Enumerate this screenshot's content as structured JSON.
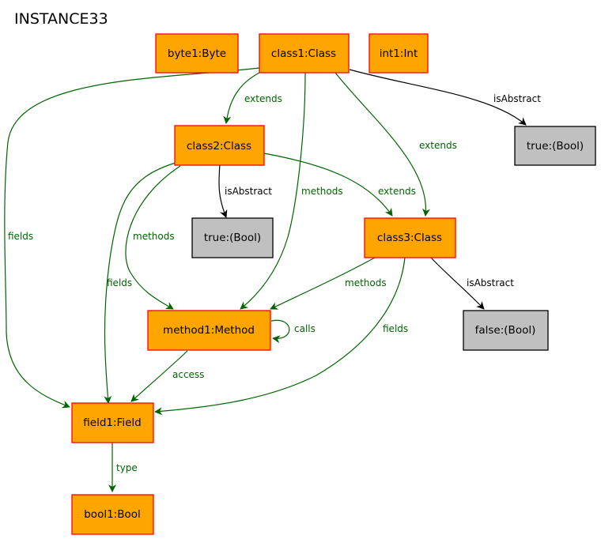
{
  "title": "INSTANCE33",
  "colors": {
    "object_fill": "#ffa500",
    "object_stroke": "#ff0000",
    "value_fill": "#c0c0c0",
    "value_stroke": "#000000",
    "green_edge": "#006400",
    "black_edge": "#000000"
  },
  "nodes": {
    "byte1": "byte1:Byte",
    "class1": "class1:Class",
    "int1": "int1:Int",
    "class2": "class2:Class",
    "true_a": "true:(Bool)",
    "true_b": "true:(Bool)",
    "class3": "class3:Class",
    "method1": "method1:Method",
    "false_a": "false:(Bool)",
    "field1": "field1:Field",
    "bool1": "bool1:Bool"
  },
  "edges": [
    {
      "from": "class1",
      "to": "class2",
      "label": "extends"
    },
    {
      "from": "class1",
      "to": "true_b",
      "label": "isAbstract"
    },
    {
      "from": "class1",
      "to": "class3",
      "label": "extends"
    },
    {
      "from": "class1",
      "to": "method1",
      "label": "methods"
    },
    {
      "from": "class1",
      "to": "field1",
      "label": "fields"
    },
    {
      "from": "class2",
      "to": "true_a",
      "label": "isAbstract"
    },
    {
      "from": "class2",
      "to": "class3",
      "label": "extends"
    },
    {
      "from": "class2",
      "to": "method1",
      "label": "methods"
    },
    {
      "from": "class2",
      "to": "field1",
      "label": "fields"
    },
    {
      "from": "class3",
      "to": "method1",
      "label": "methods"
    },
    {
      "from": "class3",
      "to": "false_a",
      "label": "isAbstract"
    },
    {
      "from": "class3",
      "to": "field1",
      "label": "fields"
    },
    {
      "from": "method1",
      "to": "method1",
      "label": "calls"
    },
    {
      "from": "method1",
      "to": "field1",
      "label": "access"
    },
    {
      "from": "field1",
      "to": "bool1",
      "label": "type"
    }
  ]
}
